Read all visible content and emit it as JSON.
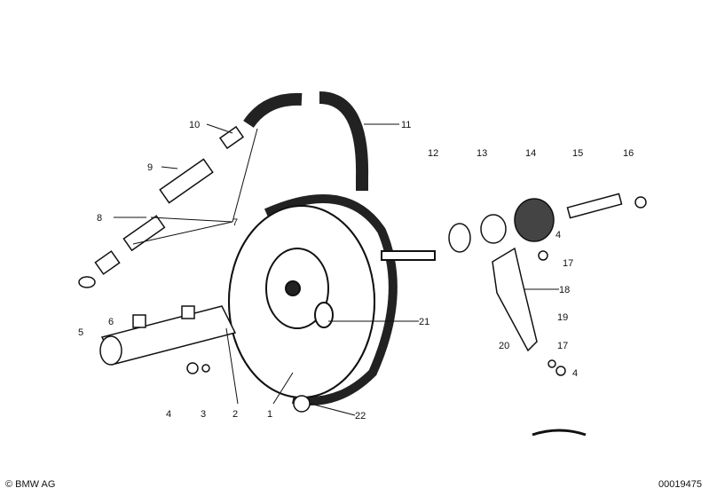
{
  "diagram": {
    "part_labels": [
      "10",
      "11",
      "9",
      "12",
      "13",
      "14",
      "15",
      "16",
      "8",
      "7",
      "4",
      "17",
      "18",
      "21",
      "5",
      "6",
      "19",
      "20",
      "17",
      "4",
      "4",
      "3",
      "2",
      "1",
      "22"
    ]
  },
  "footer": {
    "copyright": "© BMW AG",
    "document_number": "00019475"
  }
}
